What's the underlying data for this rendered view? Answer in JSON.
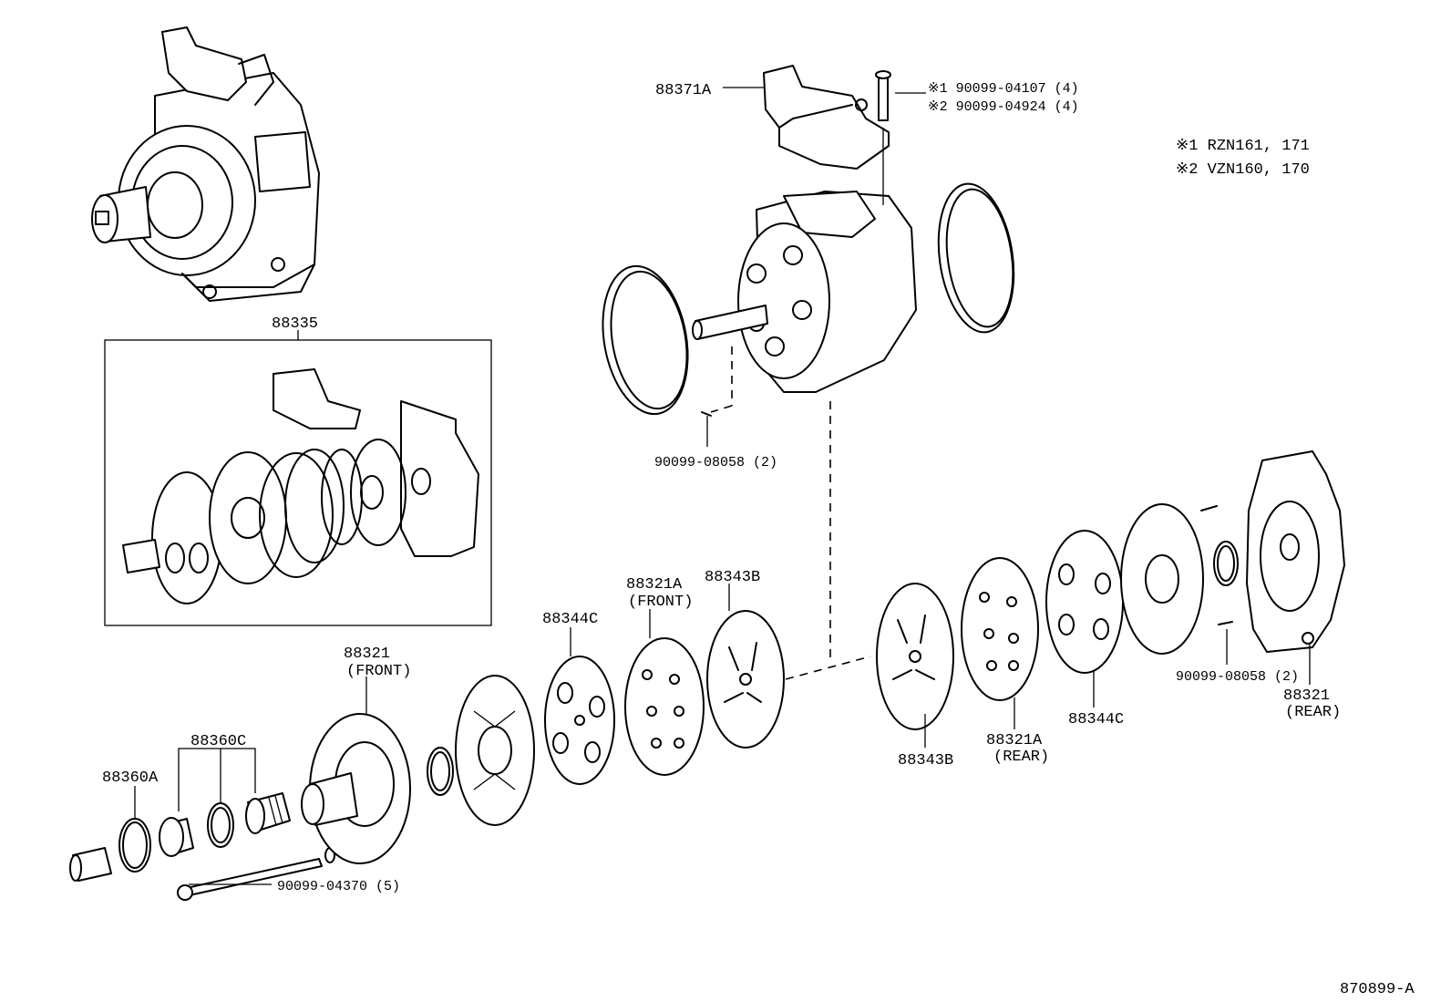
{
  "labels": {
    "p88371A": "88371A",
    "bolt1": "※1 90099-04107 (4)",
    "bolt2": "※2 90099-04924 (4)",
    "legend1": "※1  RZN161, 171",
    "legend2": "※2  VZN160, 170",
    "kit": "88335",
    "pin_top": "90099-08058 (2)",
    "p88344C_l": "88344C",
    "p88321A_f": "88321A",
    "p88321A_f_sub": "(FRONT)",
    "p88343B_l": "88343B",
    "p88321_f": "88321",
    "p88321_f_sub": "(FRONT)",
    "p88360C": "88360C",
    "p88360A": "88360A",
    "bolt_long": "90099-04370 (5)",
    "p88343B_r": "88343B",
    "p88321A_r": "88321A",
    "p88321A_r_sub": "(REAR)",
    "p88344C_r": "88344C",
    "pin_right": "90099-08058 (2)",
    "p88321_r": "88321",
    "p88321_r_sub": "(REAR)",
    "figure_id": "870899-A"
  }
}
